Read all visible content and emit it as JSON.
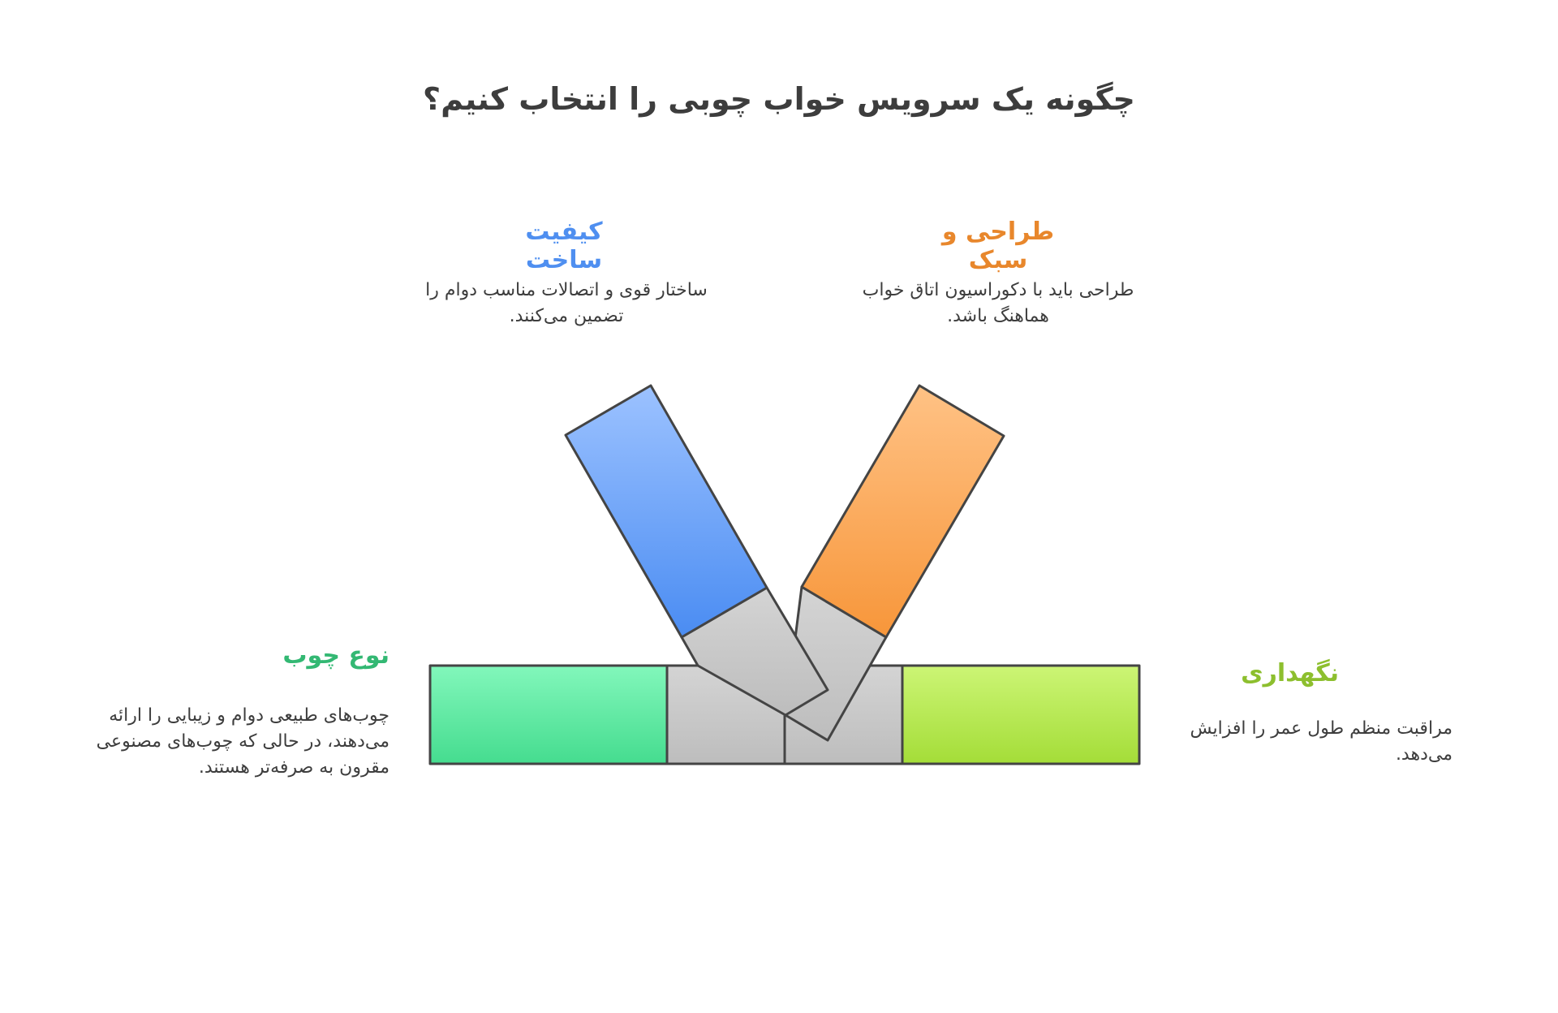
{
  "title": "چگونه یک سرویس خواب چوبی را انتخاب کنیم؟",
  "branches": {
    "build_quality": {
      "heading": "کیفیت ساخت",
      "color": "#4f8ff0",
      "description": "ساختار قوی و اتصالات مناسب دوام را تضمین می‌کنند."
    },
    "design_style": {
      "heading": "طراحی و سبک",
      "color": "#e8872c",
      "description": "طراحی باید با دکوراسیون اتاق خواب هماهنگ باشد."
    },
    "wood_type": {
      "heading": "نوع چوب",
      "color": "#33b873",
      "description": "چوب‌های طبیعی دوام و زیبایی را ارائه می‌دهند، در حالی که چوب‌های مصنوعی مقرون به صرفه‌تر هستند."
    },
    "maintenance": {
      "heading": "نگهداری",
      "color": "#8dbf2e",
      "description": "مراقبت منظم طول عمر را افزایش می‌دهد."
    }
  }
}
